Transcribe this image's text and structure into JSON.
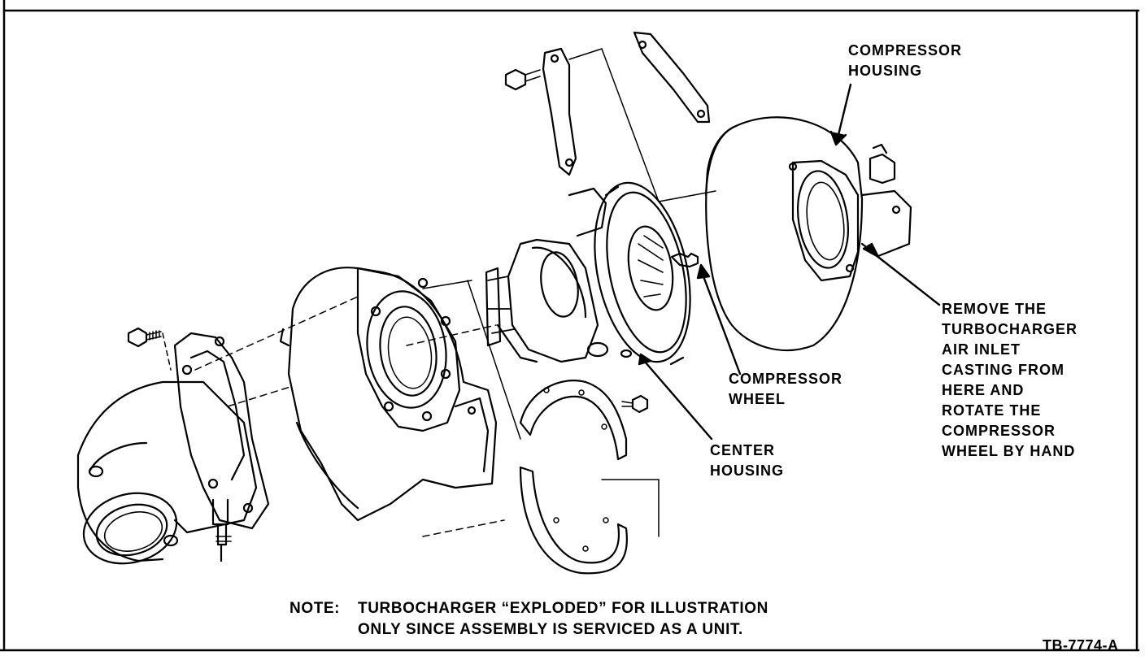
{
  "labels": {
    "compressor_housing": [
      "COMPRESSOR",
      "HOUSING"
    ],
    "remove_instruction": [
      "REMOVE THE",
      "TURBOCHARGER",
      "AIR INLET",
      "CASTING FROM",
      "HERE AND",
      "ROTATE THE",
      "COMPRESSOR",
      "WHEEL BY HAND"
    ],
    "compressor_wheel": [
      "COMPRESSOR",
      "WHEEL"
    ],
    "center_housing": [
      "CENTER",
      "HOUSING"
    ]
  },
  "note": {
    "prefix": "NOTE:",
    "line1": "TURBOCHARGER “EXPLODED” FOR ILLUSTRATION",
    "line2": "ONLY SINCE ASSEMBLY IS SERVICED AS A UNIT."
  },
  "figure_id": "TB-7774-A"
}
